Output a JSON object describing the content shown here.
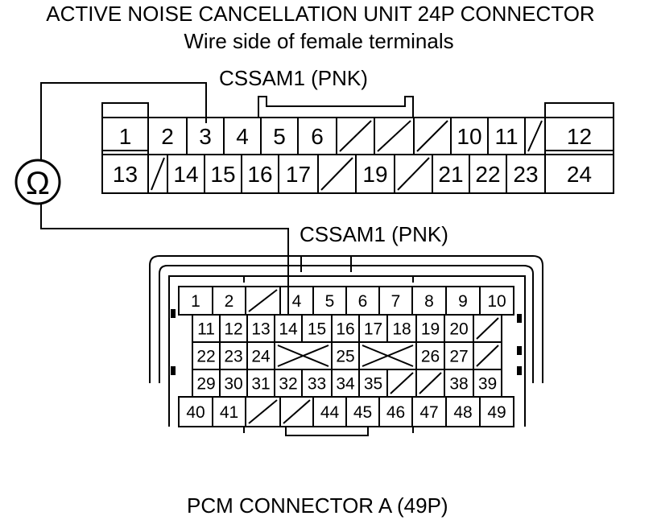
{
  "title": "ACTIVE NOISE CANCELLATION UNIT 24P CONNECTOR",
  "subtitle": "Wire side of female terminals",
  "footer": "PCM CONNECTOR A (49P)",
  "wire_top_label": "CSSAM1 (PNK)",
  "wire_bottom_label": "CSSAM1 (PNK)",
  "meter_symbol": "Ω",
  "anc": {
    "r1": [
      "1",
      "2",
      "3",
      "4",
      "5",
      "6",
      "",
      "",
      "",
      "10",
      "11",
      "",
      "12"
    ],
    "r2": [
      "13",
      "",
      "14",
      "15",
      "16",
      "17",
      "",
      "19",
      "",
      "21",
      "22",
      "23",
      "24"
    ]
  },
  "pcm": {
    "r1": [
      "1",
      "2",
      "",
      "4",
      "5",
      "6",
      "7",
      "8",
      "9",
      "10"
    ],
    "r2": [
      "11",
      "12",
      "13",
      "14",
      "15",
      "16",
      "17",
      "18",
      "19",
      "20",
      ""
    ],
    "r3": [
      "22",
      "23",
      "24",
      "",
      "25",
      "",
      "26",
      "27",
      ""
    ],
    "r4": [
      "29",
      "30",
      "31",
      "32",
      "33",
      "34",
      "35",
      "",
      "",
      "38",
      "39"
    ],
    "r5": [
      "40",
      "41",
      "",
      "",
      "44",
      "45",
      "46",
      "47",
      "48",
      "49"
    ]
  },
  "colors": {
    "line": "#000000",
    "background": "#ffffff"
  }
}
